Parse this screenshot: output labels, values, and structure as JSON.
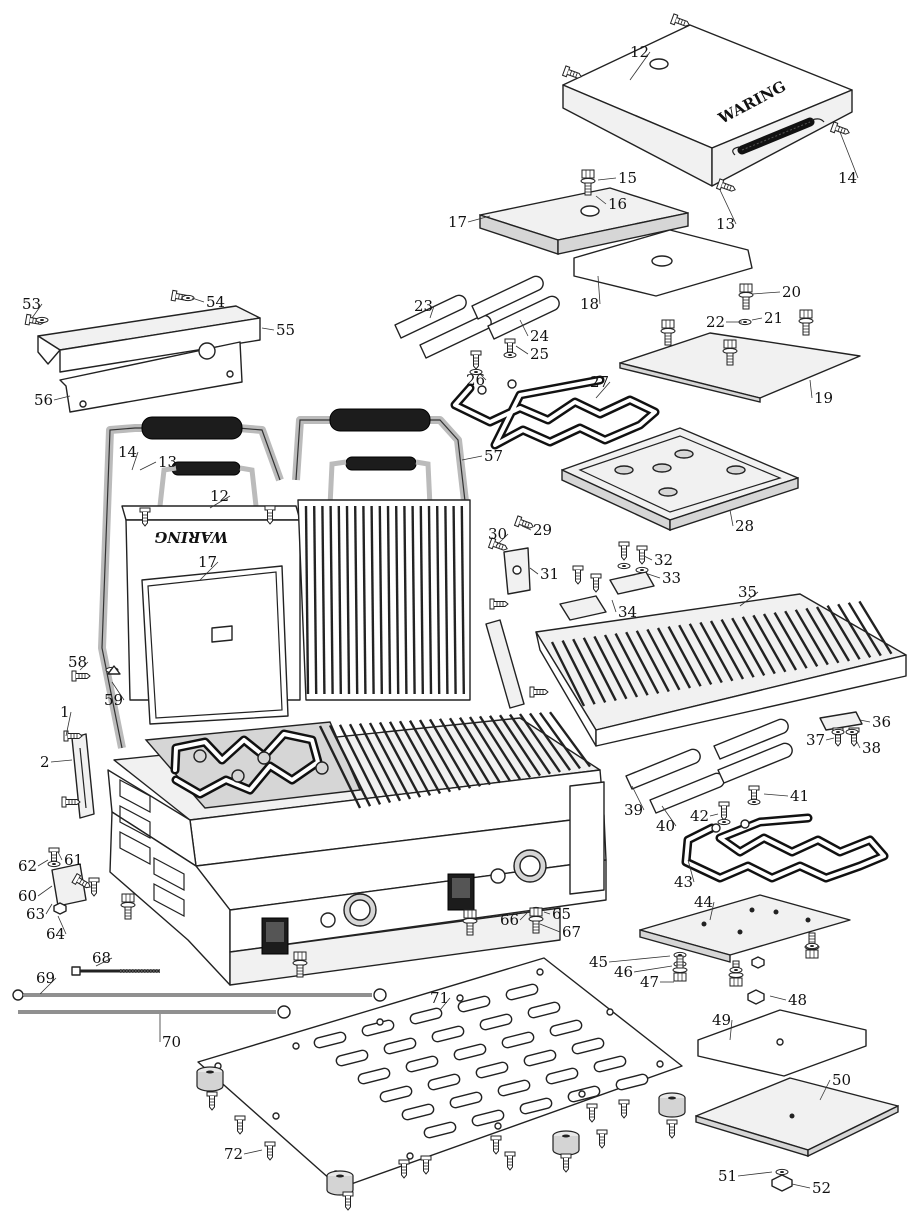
{
  "brand_mark": "WARING",
  "callouts": [
    {
      "label": "1"
    },
    {
      "label": "2"
    },
    {
      "label": "12"
    },
    {
      "label": "12"
    },
    {
      "label": "13"
    },
    {
      "label": "13"
    },
    {
      "label": "14"
    },
    {
      "label": "14"
    },
    {
      "label": "15"
    },
    {
      "label": "16"
    },
    {
      "label": "17"
    },
    {
      "label": "17"
    },
    {
      "label": "18"
    },
    {
      "label": "19"
    },
    {
      "label": "20"
    },
    {
      "label": "21"
    },
    {
      "label": "22"
    },
    {
      "label": "23"
    },
    {
      "label": "24"
    },
    {
      "label": "25"
    },
    {
      "label": "26"
    },
    {
      "label": "27"
    },
    {
      "label": "28"
    },
    {
      "label": "29"
    },
    {
      "label": "30"
    },
    {
      "label": "31"
    },
    {
      "label": "32"
    },
    {
      "label": "33"
    },
    {
      "label": "34"
    },
    {
      "label": "35"
    },
    {
      "label": "36"
    },
    {
      "label": "37"
    },
    {
      "label": "38"
    },
    {
      "label": "39"
    },
    {
      "label": "40"
    },
    {
      "label": "41"
    },
    {
      "label": "42"
    },
    {
      "label": "43"
    },
    {
      "label": "44"
    },
    {
      "label": "45"
    },
    {
      "label": "46"
    },
    {
      "label": "47"
    },
    {
      "label": "48"
    },
    {
      "label": "49"
    },
    {
      "label": "50"
    },
    {
      "label": "51"
    },
    {
      "label": "52"
    },
    {
      "label": "53"
    },
    {
      "label": "54"
    },
    {
      "label": "55"
    },
    {
      "label": "56"
    },
    {
      "label": "57"
    },
    {
      "label": "58"
    },
    {
      "label": "59"
    },
    {
      "label": "60"
    },
    {
      "label": "61"
    },
    {
      "label": "62"
    },
    {
      "label": "63"
    },
    {
      "label": "64"
    },
    {
      "label": "65"
    },
    {
      "label": "66"
    },
    {
      "label": "67"
    },
    {
      "label": "68"
    },
    {
      "label": "69"
    },
    {
      "label": "70"
    },
    {
      "label": "71"
    },
    {
      "label": "72"
    }
  ]
}
